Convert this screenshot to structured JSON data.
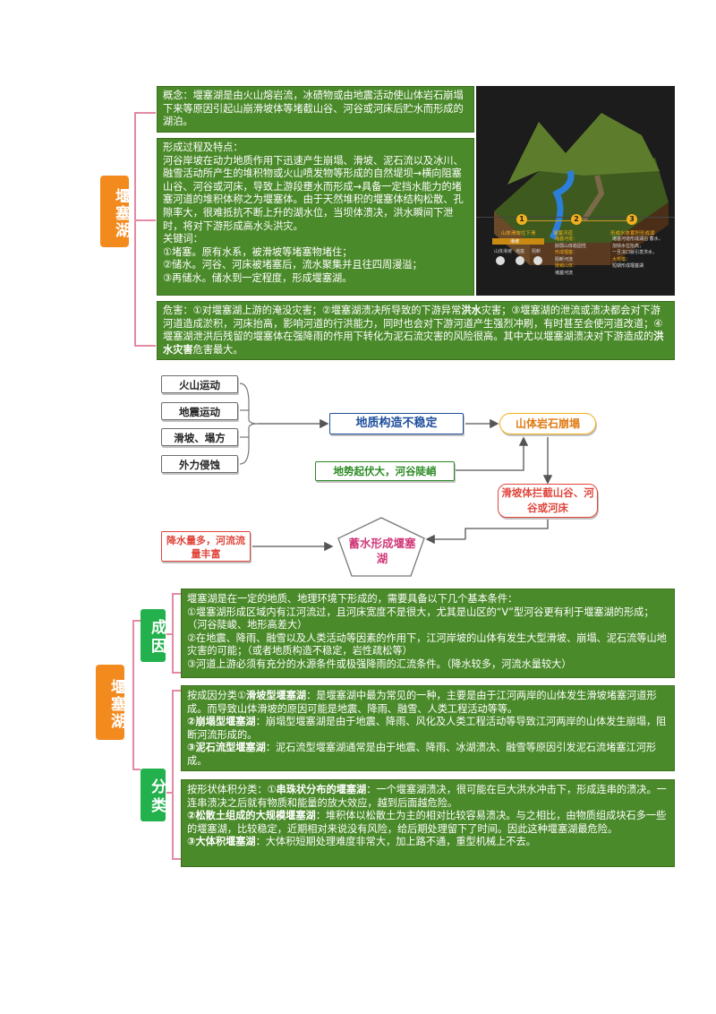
{
  "section1": {
    "title": "堰塞湖",
    "concept": "概念：堰塞湖是由火山熔岩流，冰碛物或由地震活动使山体岩石崩塌下来等原因引起山崩滑坡体等堵截山谷、河谷或河床后贮水而形成的湖泊。",
    "process_title": "形成过程及特点：",
    "process_body": "河谷岸坡在动力地质作用下迅速产生崩塌、滑坡、泥石流以及冰川、融雪活动所产生的堆积物或火山喷发物等形成的自然堤坝→横向阻塞山谷、河谷或河床，导致上游段壅水而形成→具备一定挡水能力的堵塞河道的堆积体称之为堰塞体。由于天然堆积的堰塞体结构松散、孔隙率大，很难抵抗不断上升的湖水位，当坝体溃决，洪水瞬间下泄时，将对下游形成高水头洪灾。",
    "keywords_title": "关键词：",
    "keywords": [
      "①堵塞。原有水系，被滑坡等堵塞物堵住；",
      "②储水。河谷、河床被堵塞后，流水聚集并且往四周漫溢；",
      "③再储水。储水到一定程度，形成堰塞湖。"
    ],
    "hazard_part1": "危害：①对堰塞湖上游的淹没灾害；②堰塞湖溃决所导致的下游异常",
    "hazard_bold1": "洪水",
    "hazard_part2": "灾害；③堰塞湖的泄流或溃决都会对下游河道造成淤积，河床抬高，影响河道的行洪能力，同时也会对下游河道产生强烈冲刷，有时甚至会使河道改道；④堰塞湖泄洪后残留的堰塞体在强降雨的作用下转化为泥石流灾害的风险很高。其中尤以堰塞湖溃决对下游造成的",
    "hazard_bold2": "洪水灾害",
    "hazard_part3": "危害最大。"
  },
  "image_panel": {
    "steps": [
      "1",
      "2",
      "3"
    ],
    "step_titles": [
      "山体滑坡往下滑",
      "堵塞河道",
      "形成水体蓄积形成湖"
    ],
    "step1_labels": [
      "滑坡",
      "山体滑坡",
      "堵塞",
      "阻断"
    ],
    "step2_lines": [
      "堵塞河道：",
      "削弱山体稳固性",
      "形成堰塞：",
      "阻断河流",
      "陡峭山体：",
      "堵塞河流"
    ],
    "step3_lines": [
      "堵塞河道形成湖泊 蓄水，",
      "加快水位抬高，",
      "一旦决口就引发洪水，",
      "大规模：",
      "短期形成堰塞湖"
    ]
  },
  "flowchart": {
    "causes": [
      "火山运动",
      "地震运动",
      "滑坡、塌方",
      "外力侵蚀"
    ],
    "unstable": "地质构造不稳定",
    "collapse": "山体岩石崩塌",
    "terrain": "地势起伏大，河谷陡峭",
    "block": "滑坡体拦截山谷、河谷或河床",
    "rain": "降水量多，河流流量丰富",
    "lake": "蓄水形成堰塞湖"
  },
  "section2": {
    "title": "堰塞湖",
    "cause_tag": "成因",
    "class_tag": "分类",
    "cause_text": [
      "堰塞湖是在一定的地质、地理环境下形成的，需要具备以下几个基本条件：",
      "①堰塞湖形成区域内有江河流过，且河床宽度不是很大，尤其是山区的“V”型河谷更有利于堰塞湖的形成；（河谷陡峻、地形高差大）",
      "②在地震、降雨、融雪以及人类活动等因素的作用下，江河岸坡的山体有发生大型滑坡、崩塌、泥石流等山地灾害的可能；（或者地质构造不稳定，岩性疏松等）",
      "③河道上游必须有充分的水源条件或极强降雨的汇流条件。（降水较多，河流水量较大）"
    ],
    "class1_prefix": "按成因分类①",
    "class1_t1": "滑坡型堰塞湖",
    "class1_b1": "：是堰塞湖中最为常见的一种，主要是由于江河两岸的山体发生滑坡堵塞河道形成。而导致山体滑坡的原因可能是地震、降雨、融雪、人类工程活动等等。",
    "class1_t2": "②崩塌型堰塞湖",
    "class1_b2": "：崩塌型堰塞湖是由于地震、降雨、风化及人类工程活动等导致江河两岸的山体发生崩塌，阻断河流形成的。",
    "class1_t3": "③泥石流型堰塞湖",
    "class1_b3": "：泥石流型堰塞湖通常是由于地震、降雨、冰湖溃决、融雪等原因引发泥石流堵塞江河形成。",
    "class2_prefix": "按形状体积分类：①",
    "class2_t1": "串珠状分布的堰塞湖",
    "class2_b1": "：一个堰塞湖溃决，很可能在巨大洪水冲击下，形成连串的溃决。一连串溃决之后就有物质和能量的放大效应，越到后面越危险。",
    "class2_t2": "②松散土组成的大规模堰塞湖",
    "class2_b2": "：堆积体以松散土为主的相对比较容易溃决。与之相比，由物质组成块石多一些的堰塞湖，比较稳定，近期相对来说没有风险，给后期处理留下了时间。因此这种堰塞湖最危险。",
    "class2_t3": "③大体积堰塞湖",
    "class2_b3": "：大体积短期处理难度非常大，加上路不通，重型机械上不去。"
  },
  "colors": {
    "panel_green": "#4b8a2a",
    "tag_orange": "#f28a1e",
    "tag_green": "#22b14c",
    "connector_pink": "#e48aa3",
    "flow_blue": "#1f4e9c",
    "flow_red": "#e0463c"
  }
}
